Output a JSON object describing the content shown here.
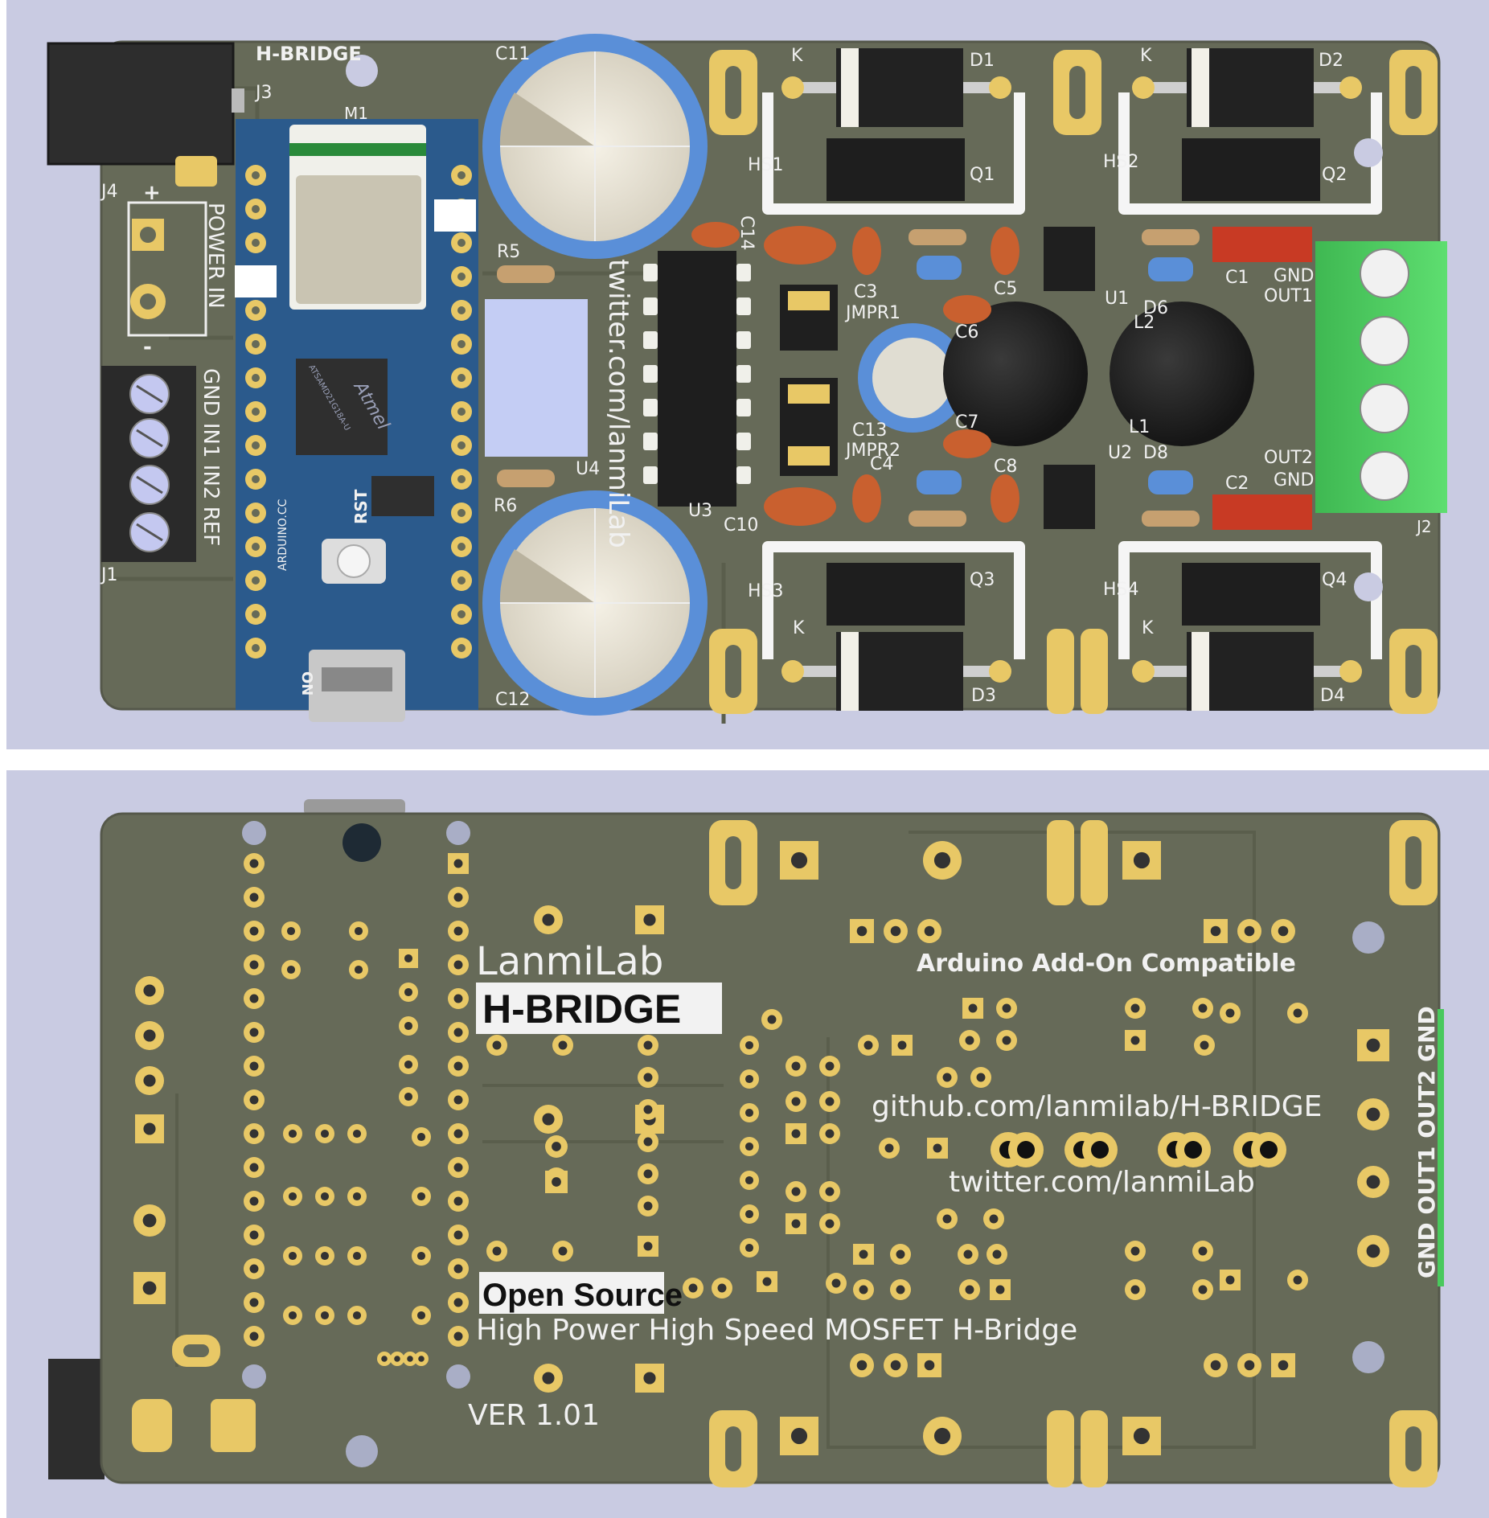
{
  "colors": {
    "background": "#c9cbe2",
    "board": "#666a58",
    "pad_gold": "#e8c866",
    "arduino_blue": "#2b5a8c",
    "terminal_green": "#49c95d",
    "cap_blue": "#5a8fd8",
    "diode_body": "#222222",
    "smd_red": "#c83a24",
    "ceramic_orange": "#c9602f"
  },
  "top": {
    "title": "H-BRIDGE",
    "module": "M1",
    "silk_text": "twitter.com/lanmiLab",
    "power_label": "POWER IN",
    "input_labels": "GND IN1 IN2 REF",
    "arduino_cc": "ARDUINO.CC",
    "rst": "RST",
    "on": "ON",
    "chip": "Atmel",
    "chip_part": "ATSAMD21G18A-U",
    "out_labels": {
      "gnd_top": "GND",
      "out1": "OUT1",
      "out2": "OUT2",
      "gnd_bottom": "GND"
    },
    "refs": {
      "j1": "J1",
      "j2": "J2",
      "j3": "J3",
      "j4": "J4",
      "c1": "C1",
      "c2": "C2",
      "c3": "C3",
      "c4": "C4",
      "c5": "C5",
      "c6": "C6",
      "c7": "C7",
      "c8": "C8",
      "c10": "C10",
      "c11": "C11",
      "c12": "C12",
      "c13": "C13",
      "c14": "C14",
      "r5": "R5",
      "r6": "R6",
      "d1": "D1",
      "d2": "D2",
      "d3": "D3",
      "d4": "D4",
      "d6": "D6",
      "d8": "D8",
      "q1": "Q1",
      "q2": "Q2",
      "q3": "Q3",
      "q4": "Q4",
      "u1": "U1",
      "u2": "U2",
      "u3": "U3",
      "u4": "U4",
      "l1": "L1",
      "l2": "L2",
      "jmpr1": "JMPR1",
      "jmpr2": "JMPR2",
      "hs1": "HS1",
      "hs2": "HS2",
      "hs3": "HS3",
      "hs4": "HS4",
      "k": "K",
      "plus": "+",
      "minus": "-"
    }
  },
  "bottom": {
    "brand": "LanmiLab",
    "product": "H-BRIDGE",
    "compat": "Arduino Add-On Compatible",
    "github": "github.com/lanmilab/H-BRIDGE",
    "twitter": "twitter.com/lanmiLab",
    "open_source": "Open Source",
    "tagline": "High Power High Speed MOSFET H-Bridge",
    "version": "VER 1.01",
    "out_labels": "GND OUT1 OUT2 GND"
  }
}
